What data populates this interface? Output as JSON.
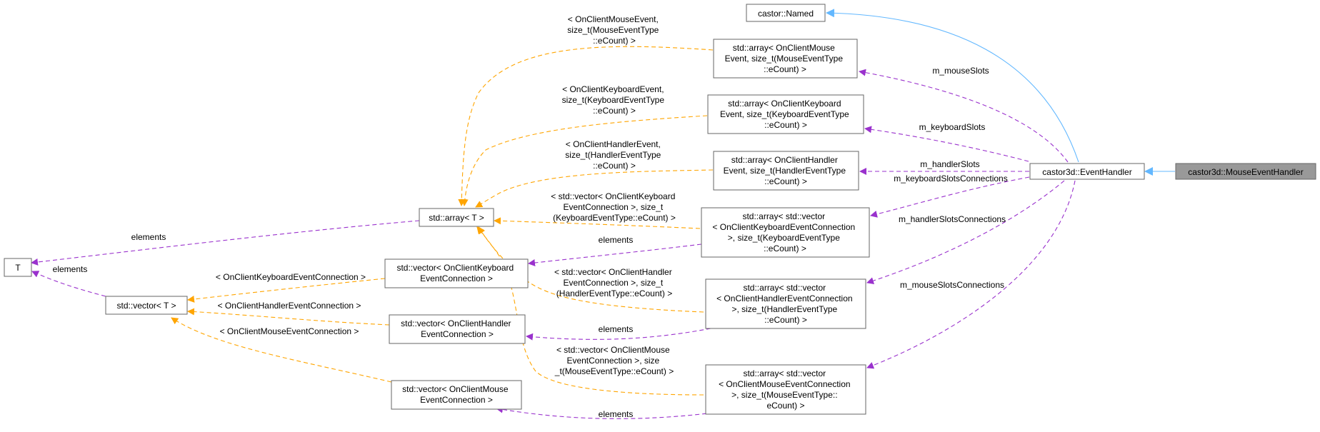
{
  "colors": {
    "usage_edge": "#9a32cd",
    "template_edge": "#ffa500",
    "inheritance_edge": "#63b8ff",
    "node_border": "#666666",
    "highlighted_node_fill": "#999999"
  },
  "nodes": {
    "mouse_event_handler": [
      "castor3d::MouseEventHandler"
    ],
    "event_handler": [
      "castor3d::EventHandler"
    ],
    "named": [
      "castor::Named"
    ],
    "arr_mouse": [
      "std::array< OnClientMouse",
      "Event, size_t(MouseEventType",
      "::eCount) >"
    ],
    "arr_keyboard": [
      "std::array< OnClientKeyboard",
      "Event, size_t(KeyboardEventType",
      "::eCount) >"
    ],
    "arr_handler": [
      "std::array< OnClientHandler",
      "Event, size_t(HandlerEventType",
      "::eCount) >"
    ],
    "arr_vec_keyboard": [
      "std::array< std::vector",
      "< OnClientKeyboardEventConnection",
      ">, size_t(KeyboardEventType",
      "::eCount) >"
    ],
    "arr_vec_handler": [
      "std::array< std::vector",
      "< OnClientHandlerEventConnection",
      ">, size_t(HandlerEventType",
      "::eCount) >"
    ],
    "arr_vec_mouse": [
      "std::array< std::vector",
      "< OnClientMouseEventConnection",
      ">, size_t(MouseEventType::",
      "eCount) >"
    ],
    "std_array_t": [
      "std::array< T >"
    ],
    "vec_keyboard": [
      "std::vector< OnClientKeyboard",
      "EventConnection >"
    ],
    "vec_handler": [
      "std::vector< OnClientHandler",
      "EventConnection >"
    ],
    "vec_mouse": [
      "std::vector< OnClientMouse",
      "EventConnection >"
    ],
    "std_vector_t": [
      "std::vector< T >"
    ],
    "t": [
      "T"
    ]
  },
  "edge_labels": {
    "m_mouseSlots": [
      "m_mouseSlots"
    ],
    "m_keyboardSlots": [
      "m_keyboardSlots"
    ],
    "m_handlerSlots": [
      "m_handlerSlots"
    ],
    "m_keyboardSlotsConnections": [
      "m_keyboardSlotsConnections"
    ],
    "m_handlerSlotsConnections": [
      "m_handlerSlotsConnections"
    ],
    "m_mouseSlotsConnections": [
      "m_mouseSlotsConnections"
    ],
    "tpl_mouse": [
      "< OnClientMouseEvent,",
      "size_t(MouseEventType",
      "::eCount) >"
    ],
    "tpl_keyboard": [
      "< OnClientKeyboardEvent,",
      "size_t(KeyboardEventType",
      "::eCount) >"
    ],
    "tpl_handler": [
      "< OnClientHandlerEvent,",
      "size_t(HandlerEventType",
      "::eCount) >"
    ],
    "tpl_vec_keyboard": [
      "< std::vector< OnClientKeyboard",
      "EventConnection >, size_t",
      "(KeyboardEventType::eCount) >"
    ],
    "tpl_vec_handler": [
      "< std::vector< OnClientHandler",
      "EventConnection >, size_t",
      "(HandlerEventType::eCount) >"
    ],
    "tpl_vec_mouse": [
      "< std::vector< OnClientMouse",
      "EventConnection >, size",
      "_t(MouseEventType::eCount) >"
    ],
    "elements_array_t": [
      "elements"
    ],
    "elements_vector_t": [
      "elements"
    ],
    "elements_vec_keyboard": [
      "elements"
    ],
    "elements_vec_handler": [
      "elements"
    ],
    "elements_vec_mouse": [
      "elements"
    ],
    "tpl_keyboard_conn": [
      "< OnClientKeyboardEventConnection >"
    ],
    "tpl_handler_conn": [
      "< OnClientHandlerEventConnection >"
    ],
    "tpl_mouse_conn": [
      "< OnClientMouseEventConnection >"
    ]
  }
}
